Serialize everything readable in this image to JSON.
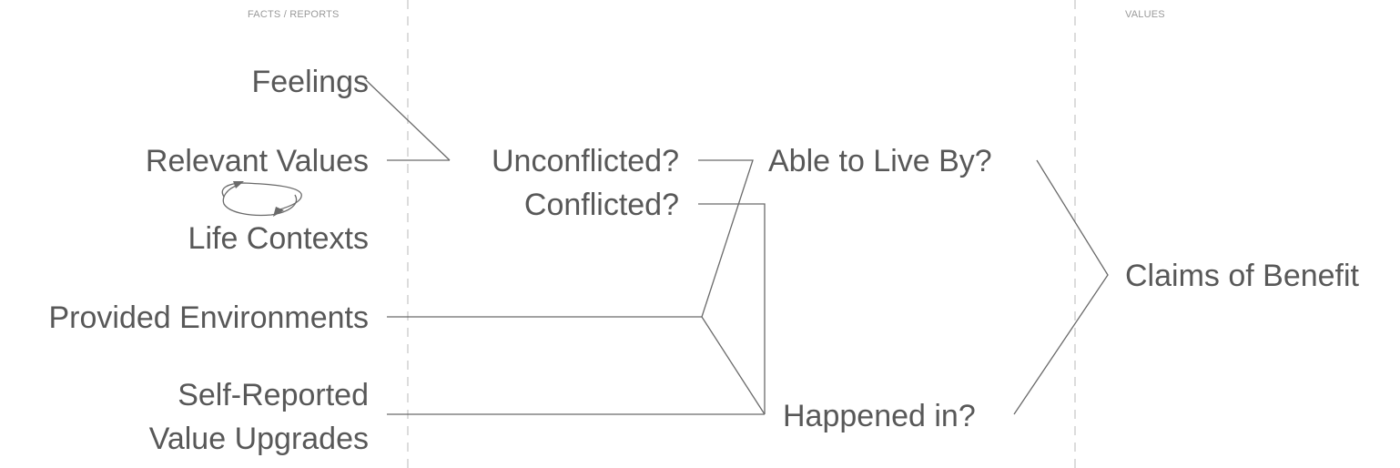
{
  "headers": {
    "facts": "FACTS / REPORTS",
    "values": "VALUES"
  },
  "nodes": {
    "feelings": "Feelings",
    "relevant_values": "Relevant Values",
    "life_contexts": "Life Contexts",
    "provided_environments": "Provided Environments",
    "self_reported_line1": "Self-Reported",
    "self_reported_line2": "Value Upgrades",
    "unconflicted": "Unconflicted?",
    "conflicted": "Conflicted?",
    "able_to_live_by": "Able to Live By?",
    "happened_in": "Happened in?",
    "claims_of_benefit": "Claims of Benefit"
  },
  "colors": {
    "text": "#585858",
    "connector": "#6a6a6a",
    "divider": "#c4c4c4",
    "header": "#9a9a9a"
  }
}
